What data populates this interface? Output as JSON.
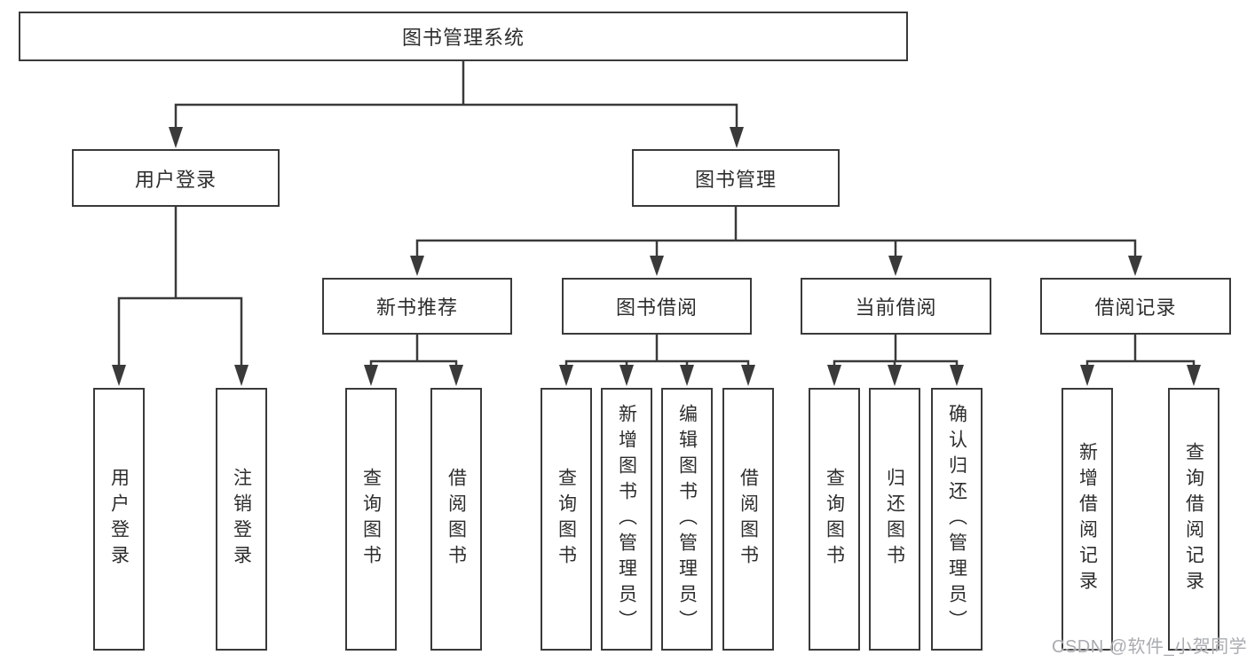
{
  "diagram_title": "图书管理系统",
  "nodes": {
    "root": {
      "label": "图书管理系统"
    },
    "user_login": {
      "label": "用户登录"
    },
    "book_management": {
      "label": "图书管理"
    },
    "new_book_recommend": {
      "label": "新书推荐"
    },
    "book_borrowing": {
      "label": "图书借阅"
    },
    "current_borrowing": {
      "label": "当前借阅"
    },
    "borrowing_records": {
      "label": "借阅记录"
    },
    "ul_user_login": {
      "label": "用户登录"
    },
    "ul_logout": {
      "label": "注销登录"
    },
    "nb_query_books": {
      "label": "查询图书"
    },
    "nb_borrow_books": {
      "label": "借阅图书"
    },
    "bb_query_books": {
      "label": "查询图书"
    },
    "bb_add_books": {
      "label": "新增图书（管理员）"
    },
    "bb_edit_books": {
      "label": "编辑图书（管理员）"
    },
    "bb_borrow_books": {
      "label": "借阅图书"
    },
    "cb_query_books": {
      "label": "查询图书"
    },
    "cb_return_books": {
      "label": "归还图书"
    },
    "cb_confirm_return": {
      "label": "确认归还（管理员）"
    },
    "br_add_record": {
      "label": "新增借阅记录"
    },
    "br_query_record": {
      "label": "查询借阅记录"
    }
  },
  "tree": {
    "图书管理系统": {
      "用户登录": [
        "用户登录",
        "注销登录"
      ],
      "图书管理": {
        "新书推荐": [
          "查询图书",
          "借阅图书"
        ],
        "图书借阅": [
          "查询图书",
          "新增图书（管理员）",
          "编辑图书（管理员）",
          "借阅图书"
        ],
        "当前借阅": [
          "查询图书",
          "归还图书",
          "确认归还（管理员）"
        ],
        "借阅记录": [
          "新增借阅记录",
          "查询借阅记录"
        ]
      }
    }
  },
  "colors": {
    "line": "#3a3a3a",
    "box_border": "#3a3a3a",
    "box_fill": "#ffffff",
    "text": "#2d2d2d",
    "watermark": "#a9acb1"
  },
  "watermark": {
    "text": "CSDN @软件_小贺同学"
  }
}
